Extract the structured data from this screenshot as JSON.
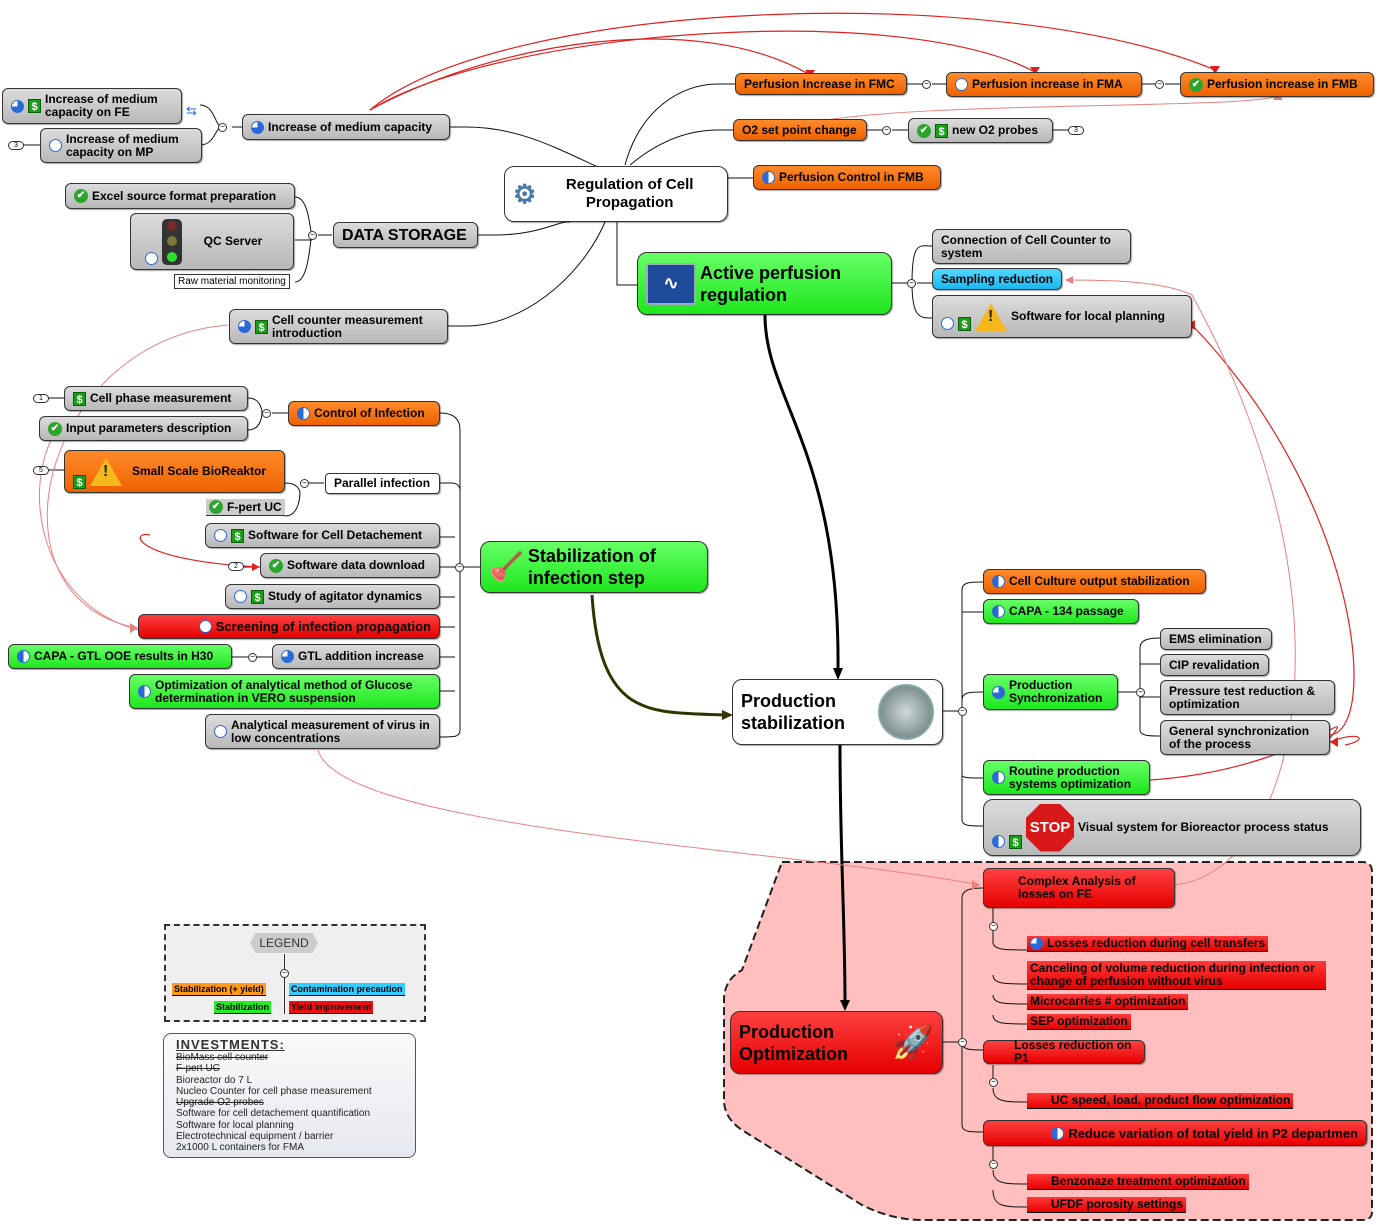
{
  "central": {
    "label": "Regulation of Cell Propagation",
    "icon": "gears-icon"
  },
  "top_branch": {
    "medium": {
      "label": "Increase of medium capacity",
      "progress": 0.75,
      "children": [
        {
          "label": "Increase of medium capacity on FE",
          "progress": 0.75,
          "cost": true
        },
        {
          "label": "Increase of medium capacity on MP",
          "progress": 0,
          "badge": "3"
        }
      ]
    },
    "data_storage": {
      "label": "DATA STORAGE",
      "children": [
        {
          "label": "Excel source format preparation",
          "status": "done"
        },
        {
          "label": "QC Server",
          "progress": 0,
          "icon": "traffic-light-icon"
        },
        {
          "label": "Raw material monitoring"
        }
      ]
    },
    "cell_counter": {
      "label": "Cell counter measurement introduction",
      "progress": 0.75,
      "cost": true
    },
    "perfusion_fmc": {
      "label": "Perfusion Increase in FMC"
    },
    "perfusion_fma": {
      "label": "Perfusion increase in FMA",
      "progress": 0
    },
    "perfusion_fmb": {
      "label": "Perfusion increase in FMB",
      "status": "done"
    },
    "o2_setpoint": {
      "label": "O2 set point change"
    },
    "o2_probes": {
      "label": "new O2 probes",
      "status": "done",
      "cost": true,
      "badge": "3"
    },
    "perfusion_control": {
      "label": "Perfusion Control in FMB",
      "progress": 0.5
    }
  },
  "active_perfusion": {
    "label": "Active perfusion regulation",
    "icon": "monitor-icon",
    "children": [
      {
        "label": "Connection of Cell Counter to system"
      },
      {
        "label": "Sampling reduction"
      },
      {
        "label": "Software for local planning",
        "progress": 0,
        "cost": true,
        "icon": "warning-icon"
      }
    ]
  },
  "infection": {
    "label": "Stabilization of infection step",
    "icon": "plunger-icon",
    "control": {
      "label": "Control of Infection",
      "progress": 0.5,
      "children": [
        {
          "label": "Cell phase measurement",
          "cost": true,
          "badge": "1"
        },
        {
          "label": "Input parameters description",
          "status": "done"
        }
      ]
    },
    "parallel": {
      "label": "Parallel infection",
      "children": [
        {
          "label": "Small Scale BioReaktor",
          "cost": true,
          "icon": "warning-icon",
          "badge": "5"
        },
        {
          "label": "F-pert UC",
          "status": "done"
        }
      ]
    },
    "items": [
      {
        "label": "Software for Cell Detachement",
        "progress": 0,
        "cost": true
      },
      {
        "label": "Software data download",
        "status": "done",
        "badge": "2"
      },
      {
        "label": "Study of agitator dynamics",
        "progress": 0,
        "cost": true
      },
      {
        "label": "Screening of infection propagation",
        "progress": 0
      },
      {
        "label": "GTL addition increase",
        "progress": 0.75
      },
      {
        "label": "CAPA - GTL OOE results in H30",
        "progress": 0.5
      },
      {
        "label": "Optimization of analytical method of Glucose determination in VERO suspension",
        "progress": 0.5
      },
      {
        "label": "Analytical measurement of virus in low concentrations",
        "progress": 0
      }
    ]
  },
  "production_stabilization": {
    "label": "Production stabilization",
    "icon": "gauge-icon",
    "children": [
      {
        "label": "Cell Culture output stabilization",
        "progress": 0.5
      },
      {
        "label": "CAPA - 134 passage",
        "progress": 0.5
      },
      {
        "label": "Production Synchronization",
        "progress": 0.75,
        "children": [
          {
            "label": "EMS elimination"
          },
          {
            "label": "CIP revalidation"
          },
          {
            "label": "Pressure test reduction & optimization"
          },
          {
            "label": "General synchronization of the process"
          }
        ]
      },
      {
        "label": "Routine production systems optimization",
        "progress": 0.5
      },
      {
        "label": "Visual system for Bioreactor process status",
        "progress": 0.5,
        "cost": true,
        "icon": "stop-sign-icon"
      }
    ]
  },
  "production_optimization": {
    "label": "Production Optimization",
    "icon": "rocket-icon",
    "children": [
      {
        "label": "Complex Analysis of losses on FE",
        "children": [
          "Losses reduction during cell transfers",
          "Canceling of volume reduction during infection or change of perfusion without virus",
          "Microcarries # optimization",
          "SEP optimization"
        ]
      },
      {
        "label": "Losses reduction on P1",
        "children": [
          "UC speed, load, product flow optimization"
        ]
      },
      {
        "label": "Reduce variation of total yield in P2 departmen",
        "progress": 0.5,
        "children": [
          "Benzonaze treatment optimization",
          "UFDF porosity settings"
        ]
      }
    ]
  },
  "legend": {
    "title": "LEGEND",
    "items": [
      {
        "label": "Stabilization (+ yield)",
        "color": "#ff9a1a"
      },
      {
        "label": "Contamination precaution",
        "color": "#33ccff"
      },
      {
        "label": "Stabilization",
        "color": "#22ee22"
      },
      {
        "label": "Yield improvement",
        "color": "#ee1111"
      }
    ]
  },
  "investments": {
    "title": "INVESTMENTS:",
    "items": [
      {
        "label": "BioMass cell counter",
        "done": true
      },
      {
        "label": "F-pert UC",
        "done": true
      },
      {
        "label": "Bioreactor do 7 L",
        "done": false
      },
      {
        "label": "Nucleo Counter for cell phase measurement",
        "done": false
      },
      {
        "label": "Upgrade O2 probes",
        "done": true
      },
      {
        "label": "Software for cell detachement quantification",
        "done": false
      },
      {
        "label": "Software for local planning",
        "done": false
      },
      {
        "label": "Electrotechnical equipment / barrier",
        "done": false
      },
      {
        "label": "2x1000 L containers for FMA",
        "done": false
      }
    ]
  },
  "colors": {
    "orange": "#ff7a10",
    "green": "#33ff33",
    "red": "#ff1a1a",
    "cyan": "#33ccff",
    "gray": "#c8c8c8",
    "link_red": "#e03030",
    "group_fill": "#ffbfbf"
  }
}
